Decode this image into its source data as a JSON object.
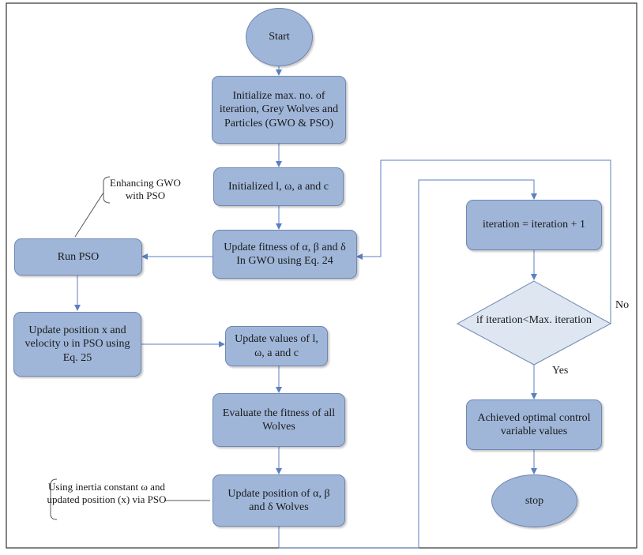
{
  "nodes": {
    "start": "Start",
    "init_params": "Initialize max. no. of iteration, Grey Wolves and Particles (GWO & PSO)",
    "init_lwac": "Initialized l, ω, a and c",
    "update_fitness": "Update fitness of α, β and δ In GWO using Eq. 24",
    "run_pso": "Run PSO",
    "update_pos_vel": "Update position x and velocity υ in PSO  using Eq. 25",
    "update_values": "Update values of l, ω, a and c",
    "evaluate_fitness": "Evaluate the fitness of all Wolves",
    "update_pos_wolves": "Update position of α, β and δ Wolves",
    "iteration_inc": "iteration = iteration + 1",
    "decision": "if iteration<Max. iteration",
    "achieved": "Achieved optimal control variable values",
    "stop": "stop"
  },
  "annotations": {
    "enhancing": "Enhancing GWO with PSO",
    "inertia": "Using inertia constant ω and updated position (x) via PSO"
  },
  "edge_labels": {
    "no": "No",
    "yes": "Yes"
  },
  "colors": {
    "box_fill": "#9fb6d9",
    "box_border": "#6f86b3",
    "decision_fill": "#dde6f1",
    "connector": "#5b7fc0",
    "frame": "#333333"
  }
}
